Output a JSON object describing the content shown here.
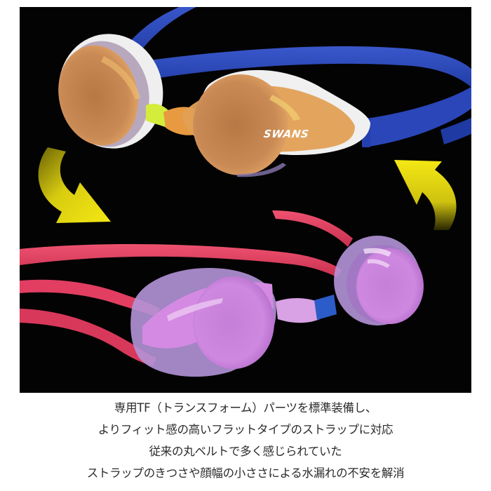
{
  "product_image": {
    "brand_logo": "SWANS",
    "colors": {
      "background": "#030303",
      "top_strap": "#2a46b8",
      "top_frame": "#f2f2f2",
      "top_lens": "#c98a55",
      "top_bridge": "#d4ec3c",
      "bottom_strap": "#e23e62",
      "bottom_lens": "#c47ad6",
      "bottom_bridge": "#2c5cc8",
      "arrows": "#e8dc10"
    },
    "items": [
      {
        "name": "top-goggles",
        "variant": "blue strap / white frame / orange mirror lens"
      },
      {
        "name": "bottom-goggles",
        "variant": "pink strap / purple mirror lens"
      }
    ],
    "arrows": [
      "down-right-arrow",
      "up-left-arrow"
    ]
  },
  "caption": {
    "lines": [
      "専用TF（トランスフォーム）パーツを標準装備し、",
      "よりフィット感の高いフラットタイプのストラップに対応",
      "従来の丸ベルトで多く感じられていた",
      "ストラップのきつさや顔幅の小ささによる水漏れの不安を解消"
    ]
  }
}
